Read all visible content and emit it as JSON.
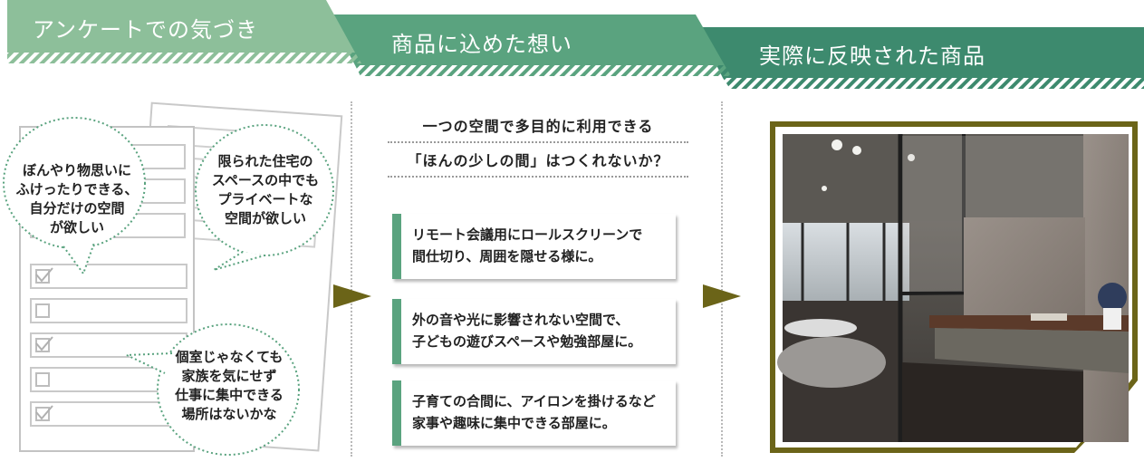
{
  "header": {
    "step1": "アンケートでの気づき",
    "step2": "商品に込めた想い",
    "step3": "実際に反映された商品"
  },
  "survey": {
    "bubble1": [
      "ぼんやり物思いに",
      "ふけったりできる、",
      "自分だけの空間",
      "が欲しい"
    ],
    "bubble2": [
      "限られた住宅の",
      "スペースの中でも",
      "プライベートな",
      "空間が欲しい"
    ],
    "bubble3": [
      "個室じゃなくても",
      "家族を気にせず",
      "仕事に集中できる",
      "場所はないかな"
    ]
  },
  "concept": {
    "question_line1": "一つの空間で多目的に利用できる",
    "question_line2": "「ほんの少しの間」はつくれないか？",
    "cards": [
      [
        "リモート会議用にロールスクリーンで",
        "間仕切り、周囲を隠せる様に。"
      ],
      [
        "外の音や光に影響されない空間で、",
        "子どもの遊びスペースや勉強部屋に。"
      ],
      [
        "子育ての合間に、アイロンを掛けるなど",
        "家事や趣味に集中できる部屋に。"
      ]
    ]
  },
  "colors": {
    "banner1": "#8dbf9a",
    "banner2": "#5aa37f",
    "banner3": "#3d8a6e",
    "accent_bar": "#5aa37f",
    "arrow": "#6b6418",
    "frame": "#6b6418"
  },
  "icons": {
    "arrow1": "triangle-right-icon",
    "arrow2": "triangle-right-icon"
  }
}
